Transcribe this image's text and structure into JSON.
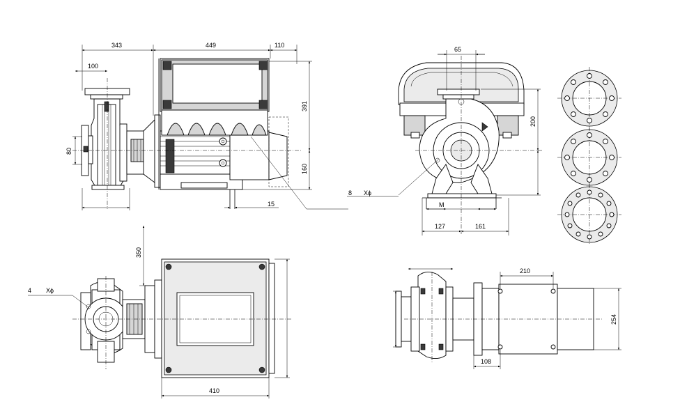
{
  "drawing": {
    "dimensions": {
      "d343": "343",
      "d449": "449",
      "d110": "110",
      "d100": "100",
      "d391": "391",
      "d80": "80",
      "d160": "160",
      "d15": "15",
      "d65": "65",
      "d200": "200",
      "dM": "M",
      "d127": "127",
      "d161": "161",
      "d350": "350",
      "d410": "410",
      "d210": "210",
      "d254": "254",
      "d108": "108"
    },
    "callouts": {
      "holes_8": "8",
      "holes_4": "4",
      "x_phi": "Xϕ"
    }
  }
}
